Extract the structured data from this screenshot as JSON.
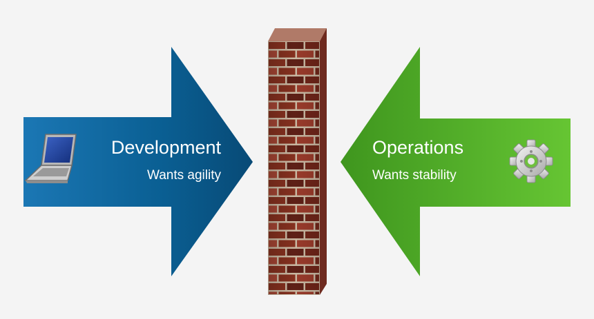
{
  "development": {
    "title": "Development",
    "subtitle": "Wants agility",
    "icon": "laptop-icon",
    "color": "#0a5f93"
  },
  "operations": {
    "title": "Operations",
    "subtitle": "Wants stability",
    "icon": "gear-icon",
    "color": "#5cb82f"
  },
  "wall": {
    "icon": "brick-wall",
    "brick_color": "#8a2f22",
    "mortar_color": "#c9b8a2"
  }
}
